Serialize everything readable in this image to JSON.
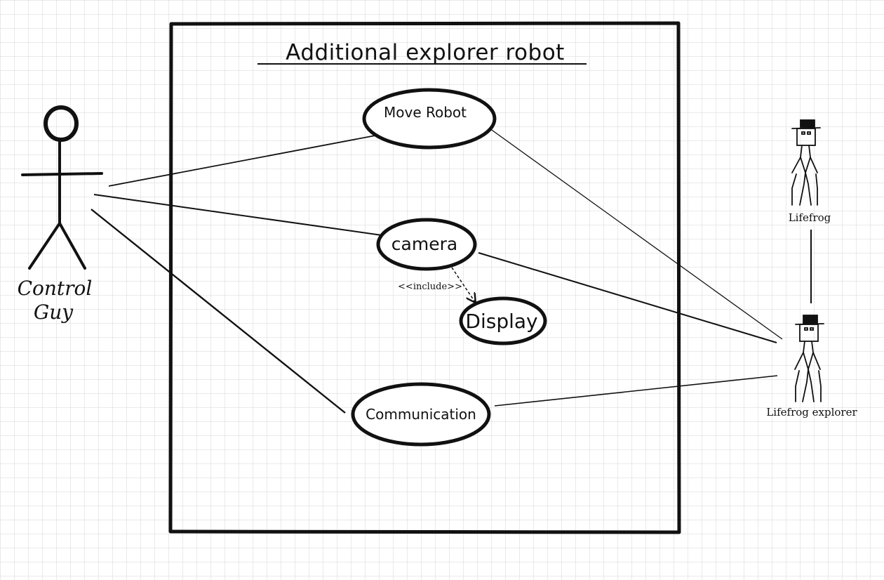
{
  "diagram": {
    "title": "Additional explorer robot",
    "actors": {
      "control_guy": {
        "line1": "Control",
        "line2": "Guy"
      },
      "lifefrog": {
        "label": "Lifefrog"
      },
      "lifefrog_explorer": {
        "label": "Lifefrog explorer"
      }
    },
    "use_cases": {
      "move_robot": "Move Robot",
      "camera": "camera",
      "display": "Display",
      "communication": "Communication"
    },
    "relations": {
      "include_label": "<<include>>"
    },
    "colors": {
      "ink": "#111111",
      "grid": "#d9d9d9",
      "background": "#ffffff"
    }
  }
}
